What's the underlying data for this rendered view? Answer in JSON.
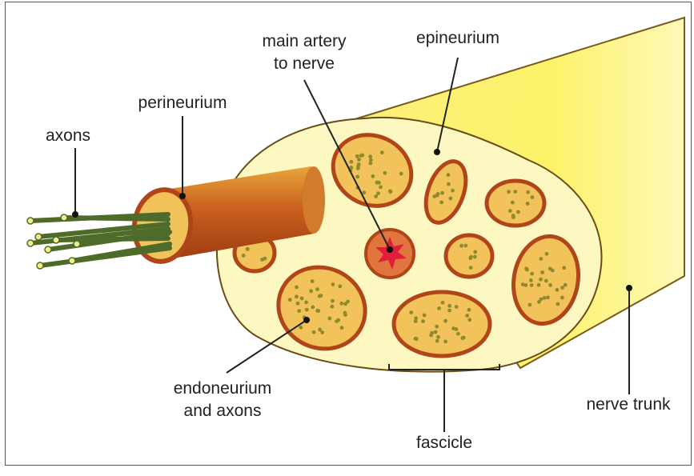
{
  "diagram": {
    "labels": {
      "main_artery": [
        "main artery",
        "to nerve"
      ],
      "epineurium": "epineurium",
      "perineurium": "perineurium",
      "axons": "axons",
      "endoneurium": [
        "endoneurium",
        "and axons"
      ],
      "nerve_trunk": "nerve trunk",
      "fascicle": "fascicle"
    },
    "colors": {
      "trunk_yellow": "#fdf56e",
      "cross_section": "#fdf9c4",
      "fascicle_fill": "#f1c35a",
      "perineurium_border": "#b0451a",
      "axon_dot": "#8e8a2e",
      "artery": "#d7402e",
      "axon_strand": "#4f6b2a",
      "axon_tip": "#f3f08a"
    }
  }
}
